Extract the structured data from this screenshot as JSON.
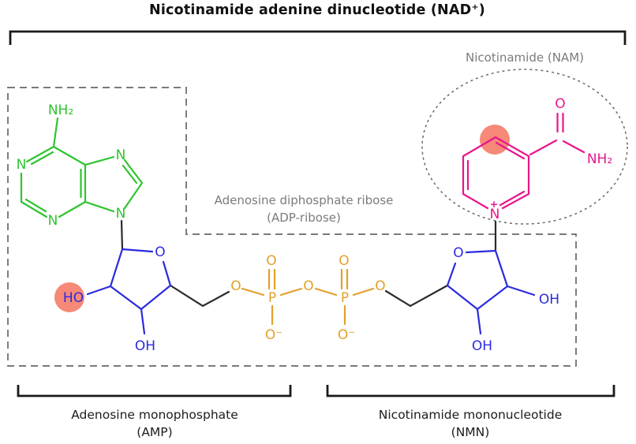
{
  "title": "Nicotinamide adenine dinucleotide (NAD⁺)",
  "regions": {
    "nam": {
      "label": "Nicotinamide (NAM)"
    },
    "adp_ribose": {
      "label_line1": "Adenosine diphosphate ribose",
      "label_line2": "(ADP-ribose)"
    },
    "amp": {
      "label_line1": "Adenosine monophosphate",
      "label_line2": "(AMP)"
    },
    "nmn": {
      "label_line1": "Nicotinamide mononucleotide",
      "label_line2": "(NMN)"
    }
  },
  "atoms": {
    "adenine_amine": "NH₂",
    "adenine_n1": "N",
    "adenine_n3": "N",
    "adenine_n7": "N",
    "adenine_n9": "N",
    "ribose_left_ring_oxygen": "O",
    "ribose_left_hydroxyl_2": "HO",
    "ribose_left_hydroxyl_3": "OH",
    "bridge_oxygen_left": "O",
    "phosphorus_1": "P",
    "phosphate_1_double_oxygen": "O",
    "phosphate_1_negative_oxygen": "O⁻",
    "bridge_oxygen_center": "O",
    "phosphorus_2": "P",
    "phosphate_2_double_oxygen": "O",
    "phosphate_2_negative_oxygen": "O⁻",
    "bridge_oxygen_right": "O",
    "ribose_right_ring_oxygen": "O",
    "ribose_right_hydroxyl_2": "OH",
    "ribose_right_hydroxyl_3": "OH",
    "nicotinamide_n": "N",
    "nicotinamide_charge": "+",
    "amide_oxygen": "O",
    "amide_amine": "NH₂"
  },
  "colors": {
    "adenine": "#2fc42f",
    "ribose": "#2b2be0",
    "phosphate": "#e2a02b",
    "nicotinamide": "#e8158c",
    "highlight": "#f4745f",
    "bond": "#2b2b2b",
    "bracket": "#1a1a1a",
    "gray": "#7b7b7b",
    "dash": "#686868",
    "background": "#ffffff"
  }
}
